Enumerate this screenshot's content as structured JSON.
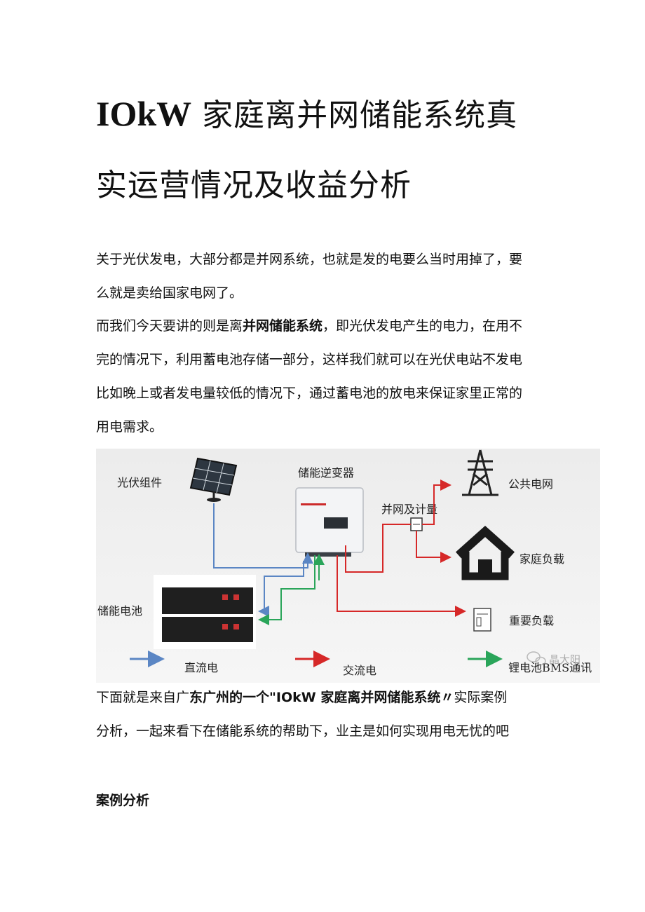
{
  "title": {
    "line1_latin": "IOkW",
    "line1_rest": "家庭离并网储能系统真",
    "line2": "实运营情况及收益分析"
  },
  "paragraph1": {
    "line1": "关于光伏发电，大部分都是并网系统，也就是发的电要么当时用掉了，要",
    "line2": "么就是卖给国家电网了。"
  },
  "paragraph2": {
    "l1_before": "而我们今天要讲的则是离",
    "l1_bold": "并网储能系统",
    "l1_after": "，即光伏发电产生的电力，在用不",
    "line2": "完的情况下，利用蓄电池存储一部分，这样我们就可以在光伏电站不发电",
    "line3": "比如晚上或者发电量较低的情况下，通过蓄电池的放电来保证家里正常的",
    "line4": "用电需求。"
  },
  "diagram": {
    "pv_label": "光伏组件",
    "inverter_label": "储能逆变器",
    "meter_label": "并网及计量",
    "grid_label": "公共电网",
    "home_load_label": "家庭负载",
    "battery_label": "储能电池",
    "critical_load_label": "重要负载",
    "legend_dc": "直流电",
    "legend_ac": "交流电",
    "legend_bms": "锂电池BMS通讯",
    "watermark": "晶大阳",
    "colors": {
      "dc": "#5b86c4",
      "ac": "#d62828",
      "bms": "#2aa55a"
    },
    "icons": [
      "solar-panel-icon",
      "inverter-icon",
      "meter-icon",
      "pylon-icon",
      "house-icon",
      "battery-rack-icon",
      "panel-box-icon",
      "wechat-icon"
    ]
  },
  "paragraph3": {
    "l1_before": "下面就是来自广",
    "l1_bold": "东广州的一个\"IOkW 家庭离并网储能系统〃",
    "l1_after": "实际案例",
    "line2": "分析，一起来看下在储能系统的帮助下，业主是如何实现用电无忧的吧"
  },
  "section_heading": "案例分析"
}
